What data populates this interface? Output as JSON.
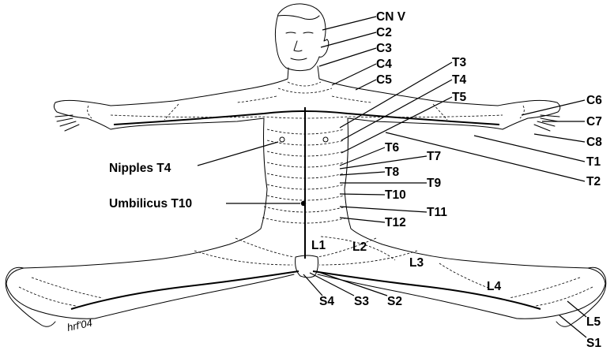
{
  "diagram": {
    "labels": {
      "cn_v": "CN V",
      "c2": "C2",
      "c3": "C3",
      "c4": "C4",
      "c5": "C5",
      "c6": "C6",
      "c7": "C7",
      "c8": "C8",
      "t1": "T1",
      "t2": "T2",
      "t3": "T3",
      "t4": "T4",
      "t5": "T5",
      "t6": "T6",
      "t7": "T7",
      "t8": "T8",
      "t9": "T9",
      "t10": "T10",
      "t11": "T11",
      "t12": "T12",
      "l1": "L1",
      "l2": "L2",
      "l3": "L3",
      "l4": "L4",
      "l5": "L5",
      "s1": "S1",
      "s2": "S2",
      "s3": "S3",
      "s4": "S4",
      "nipples": "Nipples T4",
      "umbilicus": "Umbilicus T10"
    },
    "signature": "hrf'04"
  }
}
